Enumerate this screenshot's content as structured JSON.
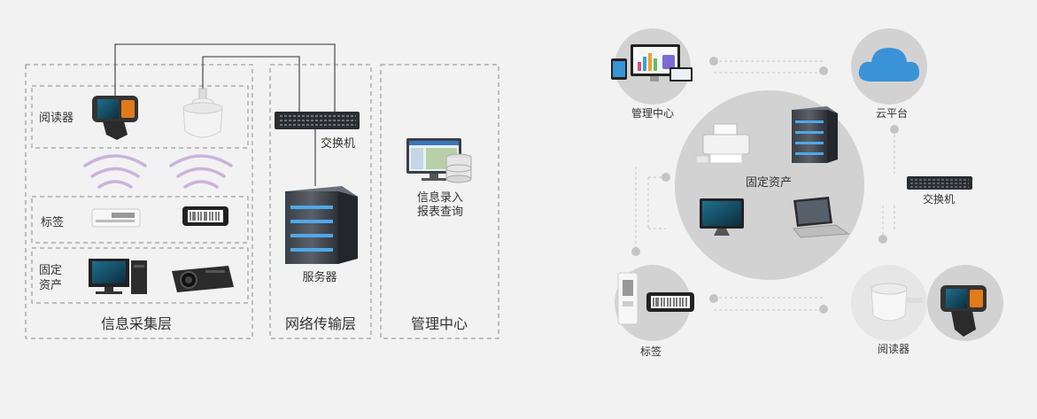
{
  "left": {
    "layers": {
      "collection": "信息采集层",
      "network": "网络传输层",
      "management": "管理中心"
    },
    "rows": {
      "reader": "阅读器",
      "tag": "标签",
      "asset_line1": "固定",
      "asset_line2": "资产"
    },
    "switch": "交换机",
    "server": "服务器",
    "info_line1": "信息录入",
    "info_line2": "报表查询"
  },
  "right": {
    "management": "管理中心",
    "cloud": "云平台",
    "center": "固定资产",
    "switch": "交换机",
    "tag": "标签",
    "reader": "阅读器"
  },
  "colors": {
    "dash": "#8a8a8a",
    "wifi": "#c9b3dc",
    "cloud": "#3a93d6",
    "circle": "#d2d2d2",
    "connector": "#c4c4c4"
  }
}
